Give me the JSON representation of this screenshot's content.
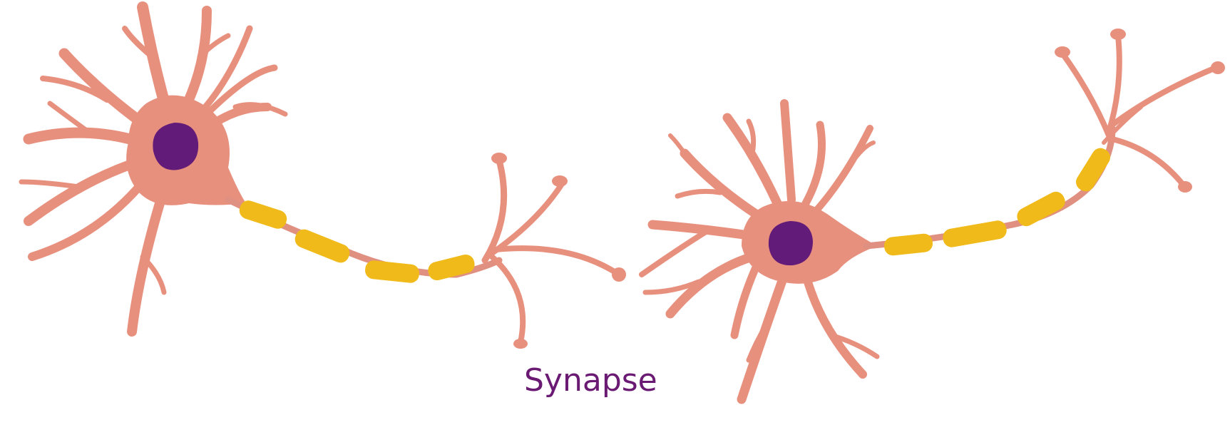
{
  "labels": {
    "synapse": "Synapse"
  },
  "colors": {
    "cell_body": "#e8907e",
    "nucleus": "#621b78",
    "myelin": "#f0bb1a",
    "label": "#6a1a72",
    "background": "#ffffff"
  },
  "neurons": [
    {
      "name": "presynaptic-neuron",
      "parts": [
        "dendrite",
        "cell-body",
        "nucleus",
        "axon",
        "myelin-sheath",
        "axon-terminal"
      ],
      "myelin_segments": 4
    },
    {
      "name": "postsynaptic-neuron",
      "parts": [
        "dendrite",
        "cell-body",
        "nucleus",
        "axon",
        "myelin-sheath",
        "axon-terminal"
      ],
      "myelin_segments": 4
    }
  ]
}
